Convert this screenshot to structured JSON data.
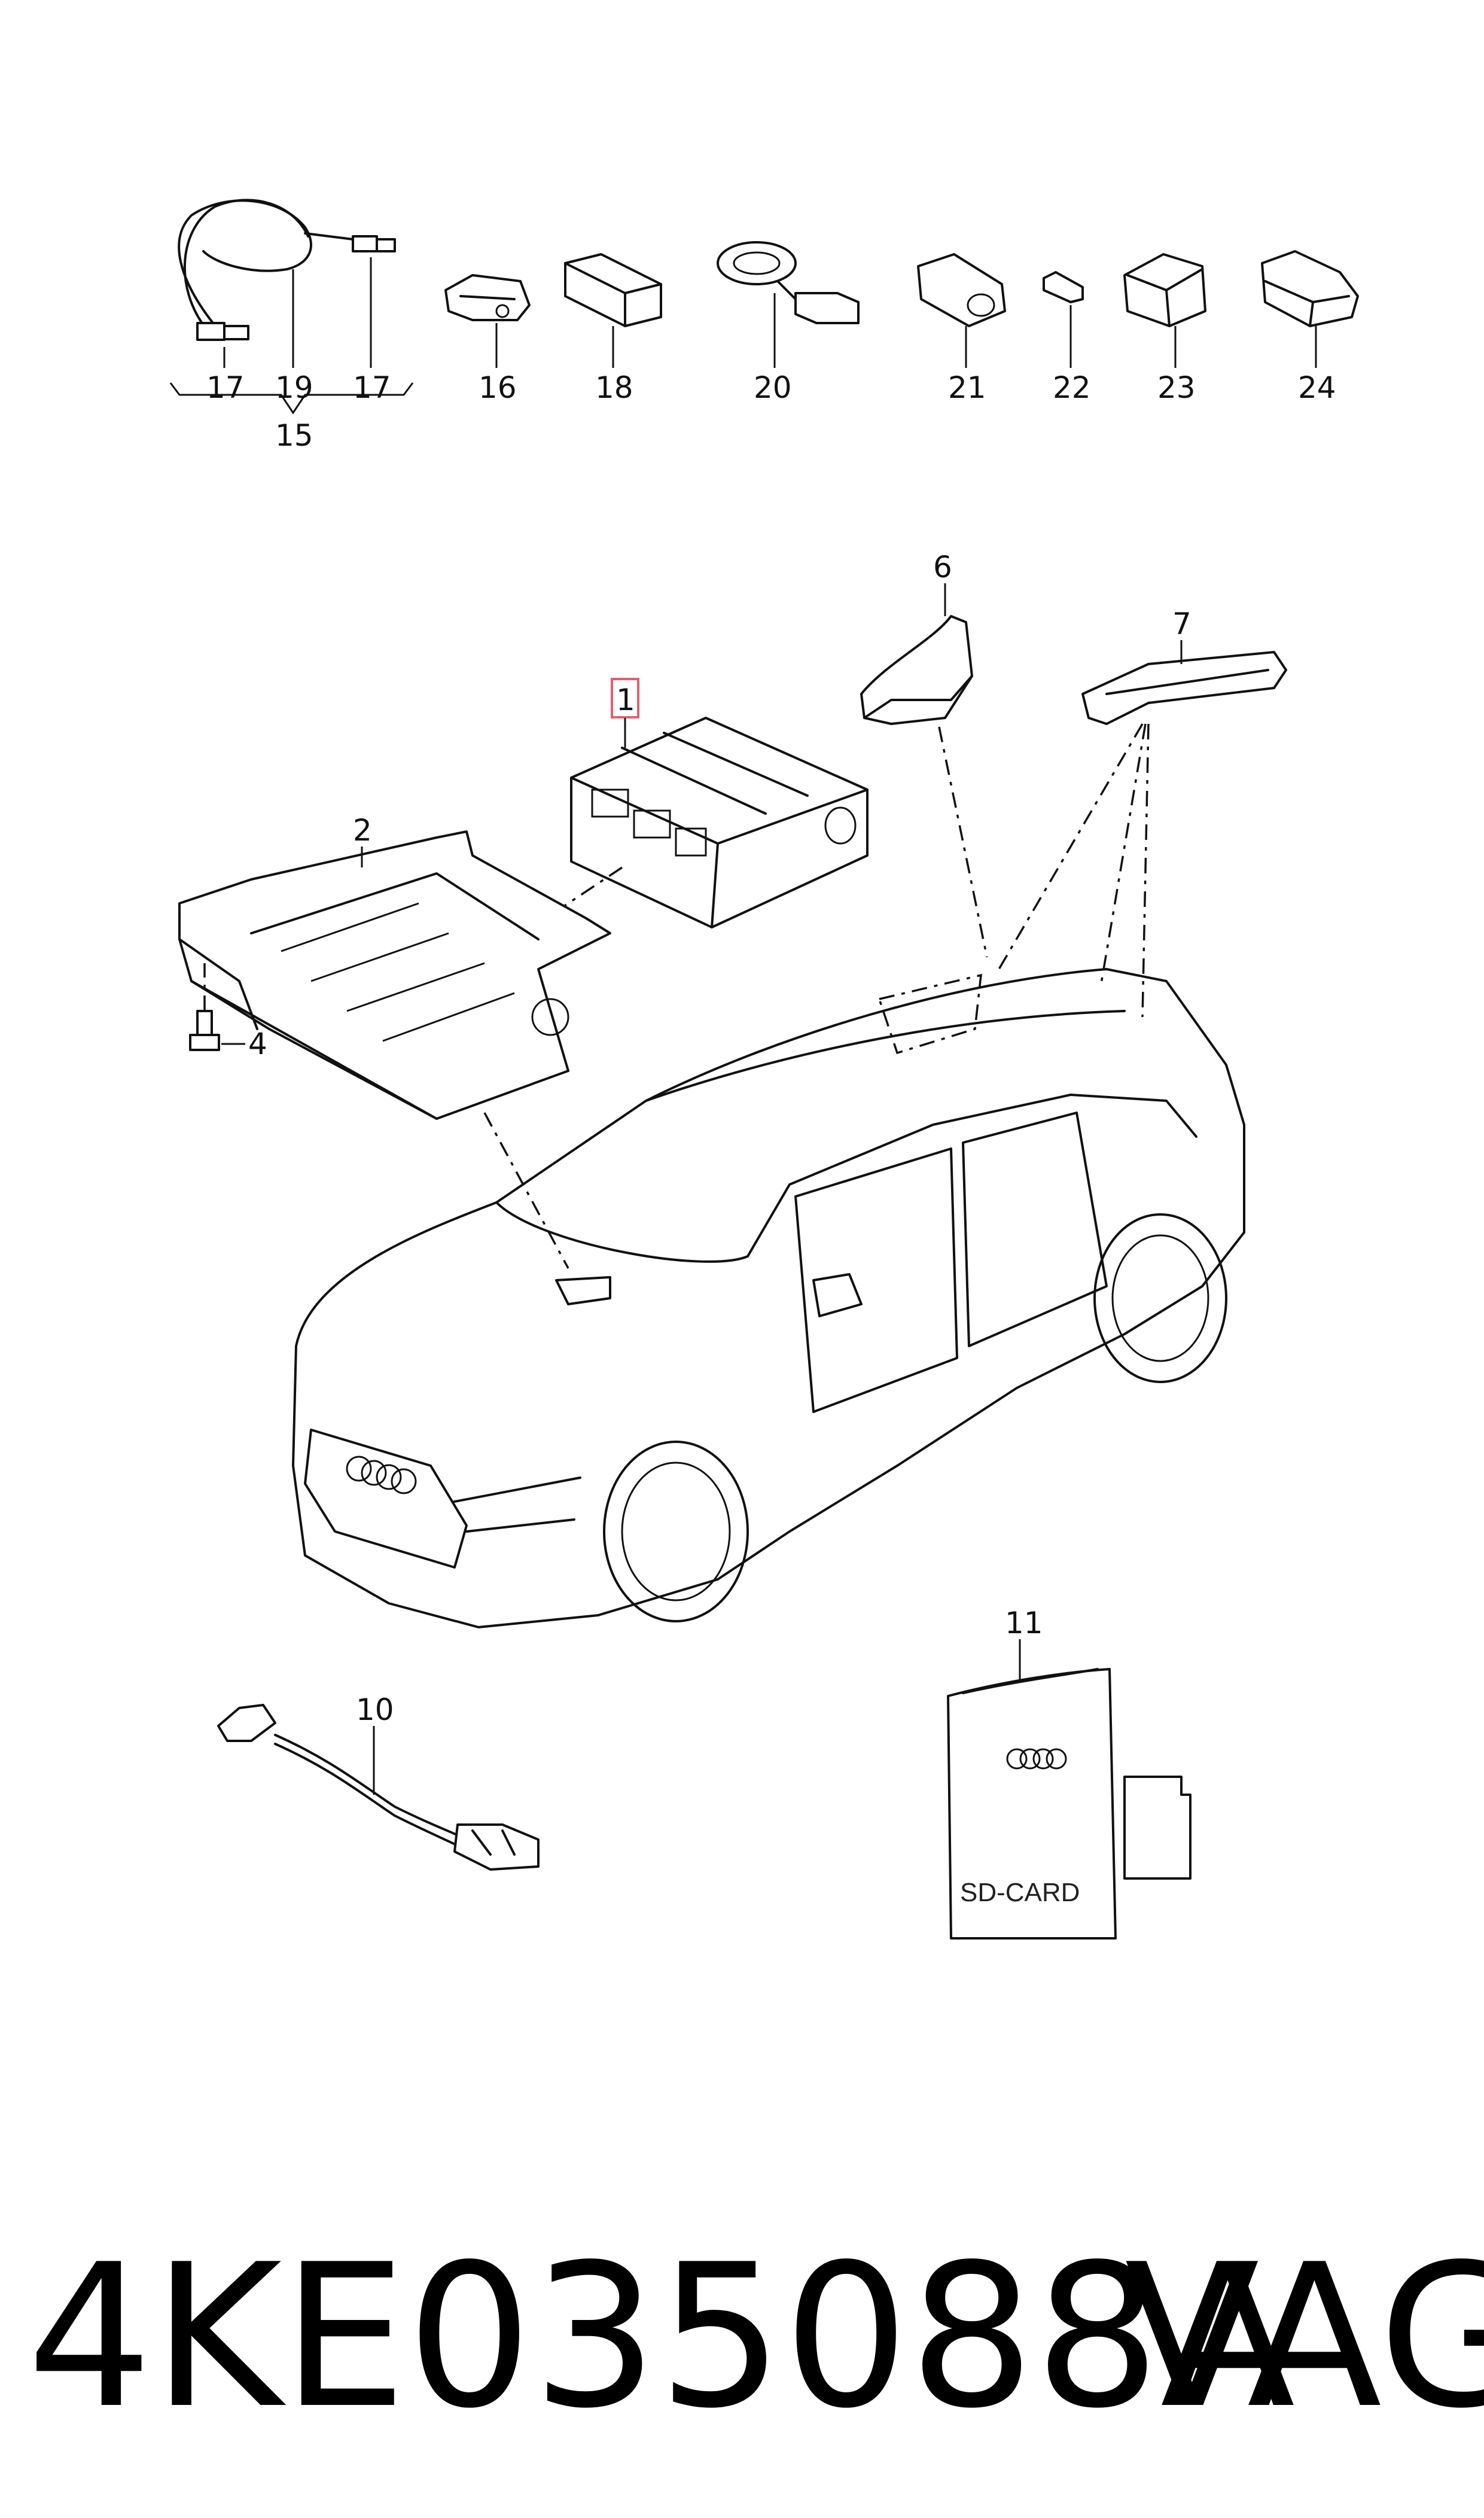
{
  "labels": {
    "l15": "15",
    "l16": "16",
    "l17a": "17",
    "l17b": "17",
    "l18": "18",
    "l19": "19",
    "l20": "20",
    "l21": "21",
    "l22": "22",
    "l23": "23",
    "l24": "24",
    "l1": "1",
    "l2": "2",
    "l4": "4",
    "l6": "6",
    "l7": "7",
    "l10": "10",
    "l11": "11"
  },
  "sd_card_text": "SD-CARD",
  "part_number": "4KE035088A",
  "brand": "VAG",
  "colors": {
    "line": "#111111",
    "highlight_box": "#e06070",
    "background": "#ffffff"
  },
  "icons": [
    "audi-rings-icon"
  ]
}
